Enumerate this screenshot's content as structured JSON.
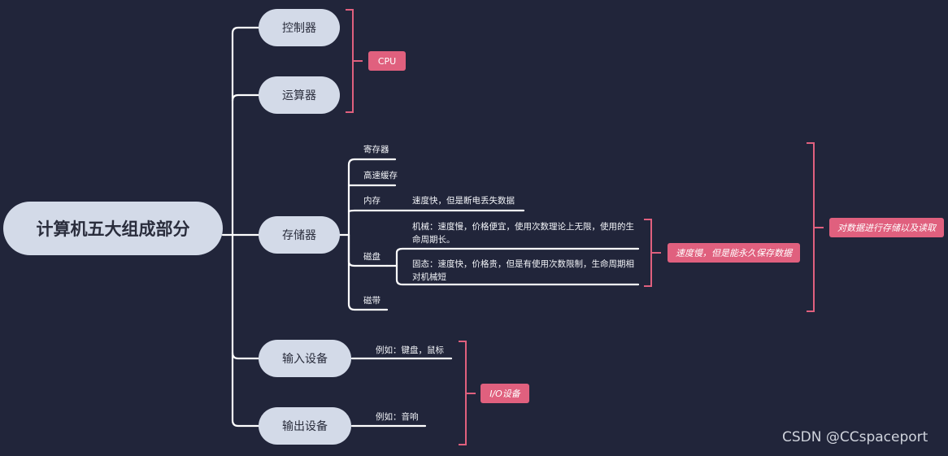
{
  "root": {
    "label": "计算机五大组成部分"
  },
  "branches": {
    "controller": "控制器",
    "alu": "运算器",
    "memory": "存储器",
    "input": "输入设备",
    "output": "输出设备"
  },
  "memory_items": {
    "register": "寄存器",
    "cache": "高速缓存",
    "ram": "内存",
    "ram_note": "速度快，但是断电丢失数据",
    "disk": "磁盘",
    "disk_hdd": "机械：速度慢，价格便宜，使用次数理论上无限，使用的生命周期长。",
    "disk_ssd": "固态：速度快，价格贵，但是有使用次数限制，生命周期相对机械短",
    "tape": "磁带"
  },
  "io_examples": {
    "input": "例如：键盘，鼠标",
    "output": "例如：音响"
  },
  "tags": {
    "cpu": "CPU",
    "disk_summary": "速度慢，但是能永久保存数据",
    "storage_summary": "对数据进行存储以及读取",
    "io": "I/O设备"
  },
  "colors": {
    "background": "#21253a",
    "node_fill": "#d3dae8",
    "line": "#ffffff",
    "bracket": "#e0607e",
    "tag_fill": "#e0607e"
  },
  "watermark": "CSDN @CCspaceport"
}
